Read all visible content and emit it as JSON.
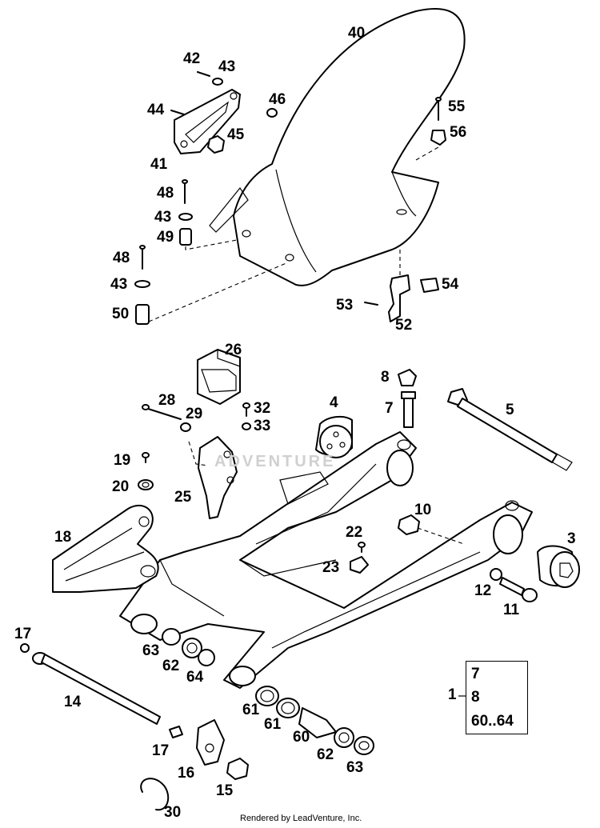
{
  "callouts": [
    "40",
    "42",
    "43",
    "44",
    "45",
    "46",
    "41",
    "55",
    "56",
    "48",
    "43",
    "49",
    "48",
    "43",
    "50",
    "53",
    "52",
    "54",
    "26",
    "8",
    "28",
    "29",
    "32",
    "33",
    "4",
    "7",
    "5",
    "19",
    "20",
    "25",
    "18",
    "10",
    "22",
    "23",
    "3",
    "12",
    "11",
    "17",
    "63",
    "62",
    "64",
    "14",
    "61",
    "61",
    "60",
    "62",
    "63",
    "17",
    "16",
    "15",
    "30",
    "1"
  ],
  "kit": {
    "items": [
      "7",
      "8",
      "60..64"
    ]
  },
  "footer": "Rendered by LeadVenture, Inc.",
  "watermark": "ADVENTURE"
}
